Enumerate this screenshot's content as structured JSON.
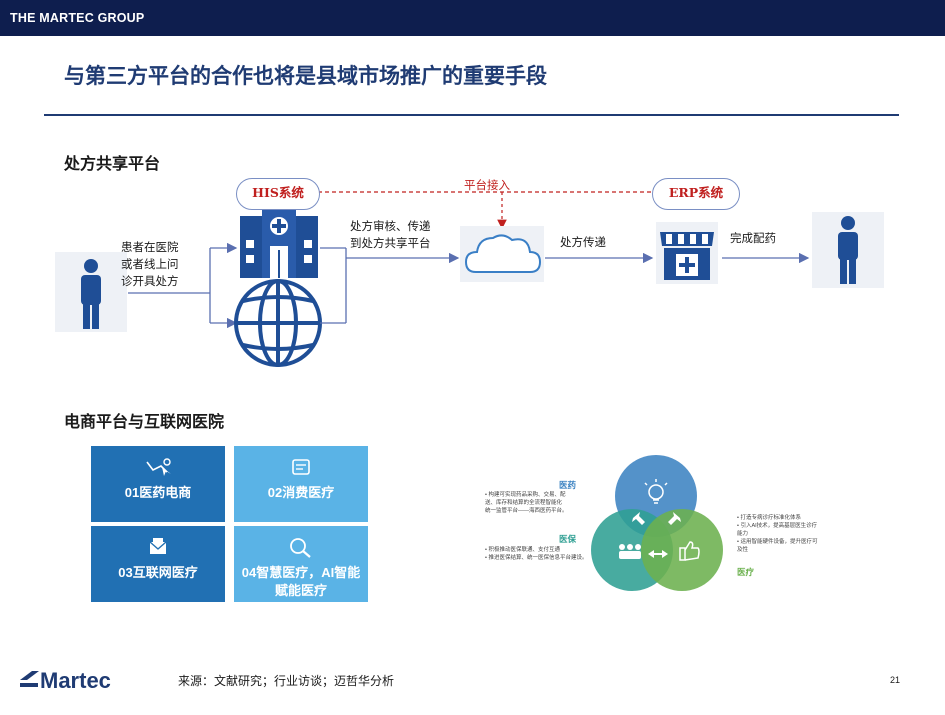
{
  "header": {
    "brand": "THE MARTEC GROUP"
  },
  "title": "与第三方平台的合作也将是县域市场推广的重要手段",
  "section1": {
    "heading": "处方共享平台",
    "his": "HIS系统",
    "erp": "ERP系统",
    "platform_access": "平台接入",
    "patient_text": [
      "患者在医院",
      "或者线上问",
      "诊开具处方"
    ],
    "review_text": [
      "处方审核、传递",
      "到处方共享平台"
    ],
    "transfer": "处方传递",
    "dispense": "完成配药"
  },
  "section2": {
    "heading": "电商平台与互联网医院",
    "tiles": [
      {
        "label": "01医药电商",
        "icon": "hand-pointer-icon"
      },
      {
        "label": "02消费医疗",
        "icon": "receipt-icon"
      },
      {
        "label": "03互联网医疗",
        "icon": "envelope-icon"
      },
      {
        "label": "04智慧医疗，AI智能赋能医疗",
        "icon": "magnifier-icon"
      }
    ],
    "venn": {
      "circles": [
        {
          "name": "医药",
          "color": "#3c83c2"
        },
        {
          "name": "医保",
          "color": "#2f9f93"
        },
        {
          "name": "医疗",
          "color": "#6cb14f"
        }
      ],
      "yiyao_text": [
        "• 构建可实现药品采购、交易、配",
        "送、库存和结算的全流程智能化",
        "统一监管平台——海西医药平台。"
      ],
      "yibao_text": [
        "• 积极推动医保联通、支付互通",
        "• 推进医保结算、统一医保信息平台建设。"
      ],
      "yiliao_text": [
        "• 打造专病诊疗标准化体系",
        "• 引入AI技术，提高基层医生诊疗",
        "  能力",
        "• 运用智能硬件设备，提升医疗可",
        "  及性"
      ]
    }
  },
  "footer": {
    "logo": "Martec",
    "source": "来源：文献研究；行业访谈；迈哲华分析",
    "page": "21"
  }
}
